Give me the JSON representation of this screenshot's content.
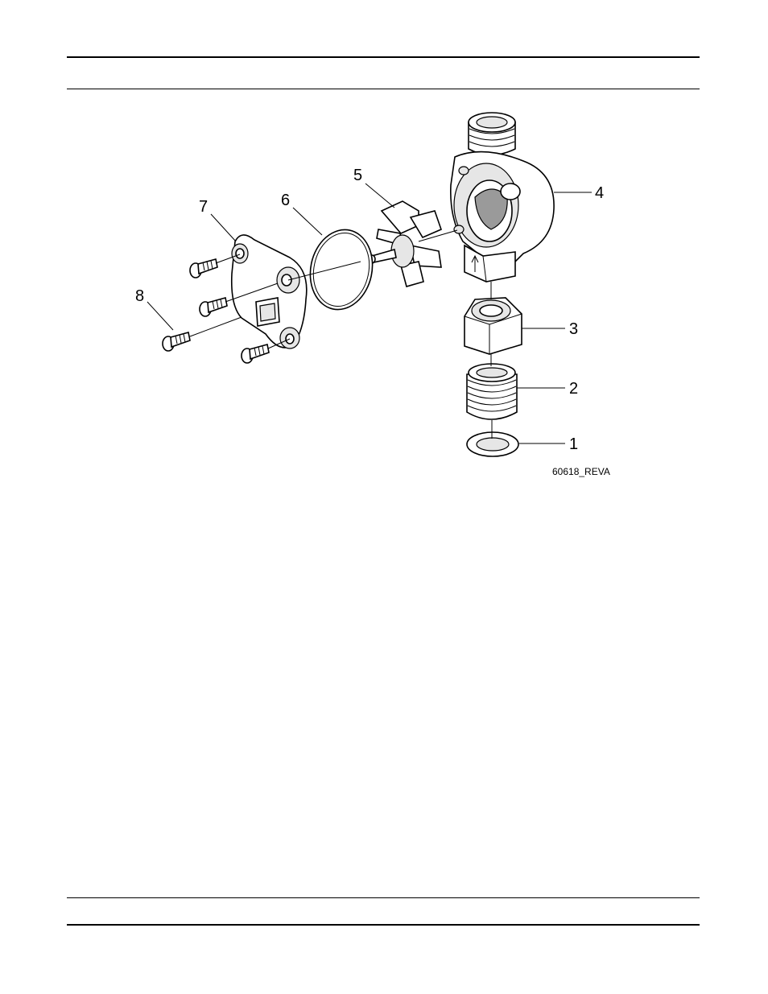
{
  "figure": {
    "figure_id": "60618_REVA",
    "callouts": [
      {
        "id": "c1",
        "label": "1"
      },
      {
        "id": "c2",
        "label": "2"
      },
      {
        "id": "c3",
        "label": "3"
      },
      {
        "id": "c4",
        "label": "4"
      },
      {
        "id": "c5",
        "label": "5"
      },
      {
        "id": "c6",
        "label": "6"
      },
      {
        "id": "c7",
        "label": "7"
      },
      {
        "id": "c8",
        "label": "8"
      }
    ]
  }
}
